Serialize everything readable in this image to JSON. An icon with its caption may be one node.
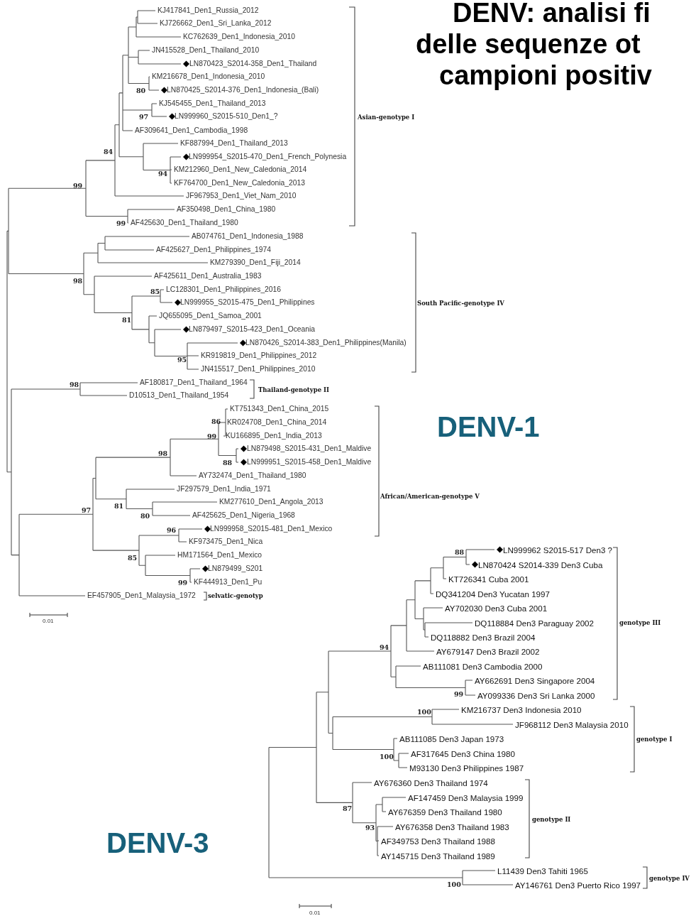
{
  "diagram": {
    "title": "DENV: analisi fi delle sequenze ot campioni positiv",
    "labels": [
      "KJ417841_Den1_Russia_2012",
      "KJ726662_Den1_Sri_Lanka_2012",
      "KC762639_Den1_Indonesia_2010",
      "JN415528_Den1_Thailand_2010",
      "LN870423_S2014-358_Den1_Thailand",
      "KM216678_Den1_Indonesia_2010",
      "LN870425_S2014-376_Den1_Indonesia_(Bali)",
      "KJ545455_Den1_Thailand_2013",
      "LN999960_S2015-510_Den1_?",
      "AF309641_Den1_Cambodia_1998",
      "KF887994_Den1_Thailand_2013",
      "LN999954_S2015-470_Den1_French_Polynesia",
      "KM212960_Den1_New_Caledonia_2014",
      "KF764700_Den1_New_Caledonia_2013",
      "JF967953_Den1_Viet_Nam_2010",
      "AF350498_Den1_China_1980",
      "AF425630_Den1_Thailand_1980",
      "AB074761_Den1_Indonesia_1988",
      "AF425627_Den1_Philippines_1974",
      "KM279390_Den1_Fiji_2014",
      "AF425611_Den1_Australia_1983",
      "LC128301_Den1_Philippines_2016",
      "LN999955_S2015-475_Den1_Philippines",
      "JQ655095_Den1_Samoa_2001",
      "LN879497_S2015-423_Den1_Oceania",
      "LN870426_S2014-383_Den1_Philippines(Manila)",
      "KR919819_Den1_Philippines_2012",
      "JN415517_Den1_Philippines_2010",
      "AF180817_Den1_Thailand_1964",
      "D10513_Den1_Thailand_1954",
      "KT751343_Den1_China_2015",
      "KR024708_Den1_China_2014",
      "KU166895_Den1_India_2013",
      "LN879498_S2015-431_Den1_Maldive",
      "LN999951_S2015-458_Den1_Maldive",
      "AY732474_Den1_Thailand_1980",
      "JF297579_Den1_India_1971",
      "KM277610_Den1_Angola_2013",
      "AF425625_Den1_Nigeria_1968",
      "LN999958_S2015-481_Den1_Mexico",
      "KF973475_Den1_Nica",
      "HM171564_Den1_Mexico",
      "LN879499_S201",
      "KF444913_Den1_Pu",
      "EF457905_Den1_Malaysia_1972",
      "80",
      "97",
      "84",
      "94",
      "99",
      "99",
      "98",
      "85",
      "81",
      "95",
      "98",
      "86",
      "99",
      "98",
      "88",
      "81",
      "97",
      "80",
      "96",
      "85",
      "99",
      "Asian-genotype I",
      "South Pacific-genotype IV",
      "Thailand-genotype II",
      "African/American-genotype V",
      "selvatic-genotyp",
      "0.01",
      "DENV-1",
      "LN999962 S2015-517 Den3 ?",
      "LN870424 S2014-339 Den3 Cuba",
      "KT726341 Cuba 2001",
      "DQ341204 Den3 Yucatan 1997",
      "AY702030 Den3 Cuba 2001",
      "DQ118884 Den3 Paraguay 2002",
      "DQ118882 Den3 Brazil 2004",
      "AY679147 Den3 Brazil 2002",
      "AB111081 Den3 Cambodia 2000",
      "AY662691 Den3 Singapore 2004",
      "AY099336 Den3 Sri Lanka 2000",
      "KM216737 Den3 Indonesia 2010",
      "JF968112 Den3 Malaysia 2010",
      "AB111085 Den3 Japan 1973",
      "AF317645 Den3 China 1980",
      "M93130 Den3 Philippines 1987",
      "AY676360 Den3 Thailand 1974",
      "AF147459 Den3 Malaysia 1999",
      "AY676359 Den3 Thailand 1980",
      "AY676358 Den3 Thailand 1983",
      "AF349753 Den3 Thailand 1988",
      "AY145715 Den3 Thailand 1989",
      "L11439 Den3 Tahiti 1965",
      "AY146761 Den3 Puerto Rico 1997",
      "88",
      "94",
      "99",
      "100",
      "100",
      "87",
      "93",
      "100",
      "genotype III",
      "genotype I",
      "genotype II",
      "genotype IV",
      "0.01",
      "DENV-3"
    ]
  }
}
